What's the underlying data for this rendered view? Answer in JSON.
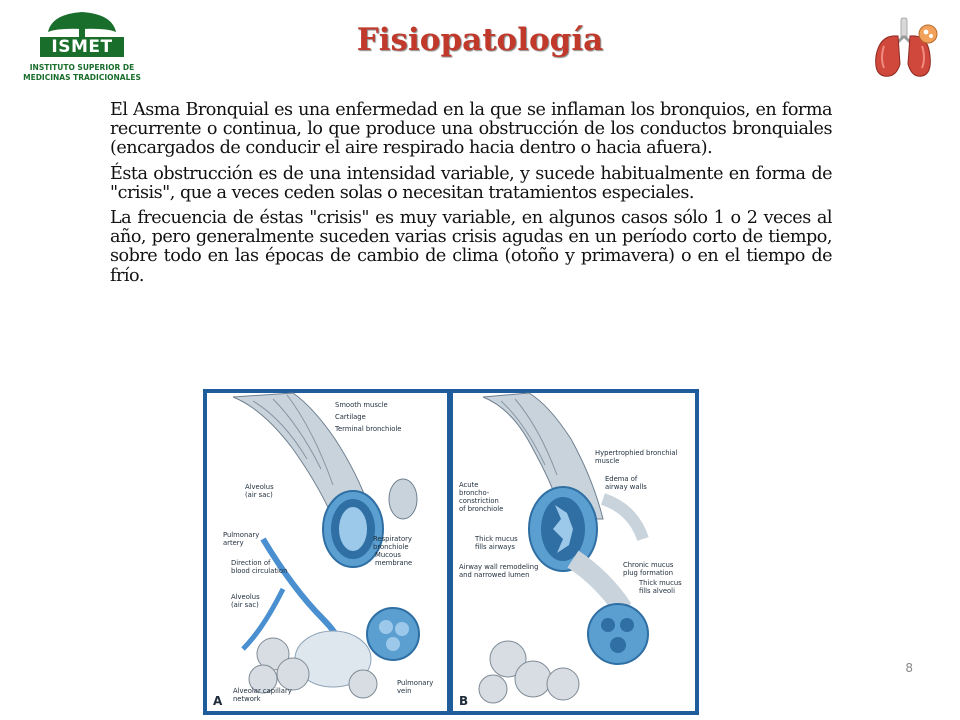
{
  "header": {
    "logo_name": "ISMET",
    "logo_line1": "INSTITUTO SUPERIOR DE",
    "logo_line2": "MEDICINAS TRADICIONALES",
    "title": "Fisiopatología"
  },
  "content": {
    "paragraphs": [
      "El Asma Bronquial es una enfermedad en la que se inflaman los bronquios, en forma recurrente o continua, lo que produce una obstrucción de los conductos bronquiales (encargados de conducir el aire respirado hacia dentro o hacia afuera).",
      "Ésta obstrucción es de una intensidad variable, y sucede habitualmente en forma de \"crisis\", que a veces ceden solas o necesitan tratamientos especiales.",
      "La frecuencia de éstas \"crisis\" es muy variable, en algunos casos sólo 1 o 2 veces al año, pero generalmente suceden varias crisis agudas en un período corto de tiempo, sobre todo en las épocas de cambio de clima (otoño y primavera) o en el tiempo de frío."
    ]
  },
  "figure": {
    "panel_a": {
      "letter": "A",
      "labels": {
        "smooth_muscle": "Smooth muscle",
        "cartilage": "Cartilage",
        "terminal_bronchiole": "Terminal bronchiole",
        "alveolus_1_a": "Alveolus",
        "alveolus_1_b": "(air sac)",
        "pulmonary_artery_a": "Pulmonary",
        "pulmonary_artery_b": "artery",
        "respiratory_bronchiole_a": "Respiratory",
        "respiratory_bronchiole_b": "bronchiole",
        "direction_a": "Direction of",
        "direction_b": "blood circulation",
        "mucous_membrane_a": "Mucous",
        "mucous_membrane_b": "membrane",
        "alveolus_2_a": "Alveolus",
        "alveolus_2_b": "(air sac)",
        "capillary_a": "Alveolar capillary",
        "capillary_b": "network",
        "pulmonary_vein_a": "Pulmonary",
        "pulmonary_vein_b": "vein"
      }
    },
    "panel_b": {
      "letter": "B",
      "labels": {
        "hypertrophied_a": "Hypertrophied bronchial",
        "hypertrophied_b": "muscle",
        "acute_a": "Acute",
        "acute_b": "broncho-",
        "acute_c": "constriction",
        "acute_d": "of bronchiole",
        "edema_a": "Edema of",
        "edema_b": "airway walls",
        "thick_mucus_airways_a": "Thick mucus",
        "thick_mucus_airways_b": "fills airways",
        "remodeling_a": "Airway wall remodeling",
        "remodeling_b": "and narrowed lumen",
        "chronic_mucus_a": "Chronic mucus",
        "chronic_mucus_b": "plug formation",
        "thick_mucus_alveoli_a": "Thick mucus",
        "thick_mucus_alveoli_b": "fills alveoli"
      }
    }
  },
  "footer": {
    "page_number": "8"
  },
  "colors": {
    "title": "#c0392b",
    "logo_green": "#1a6e2c",
    "figure_frame": "#1f5c9b",
    "tissue_blue": "#5b9fd1"
  }
}
